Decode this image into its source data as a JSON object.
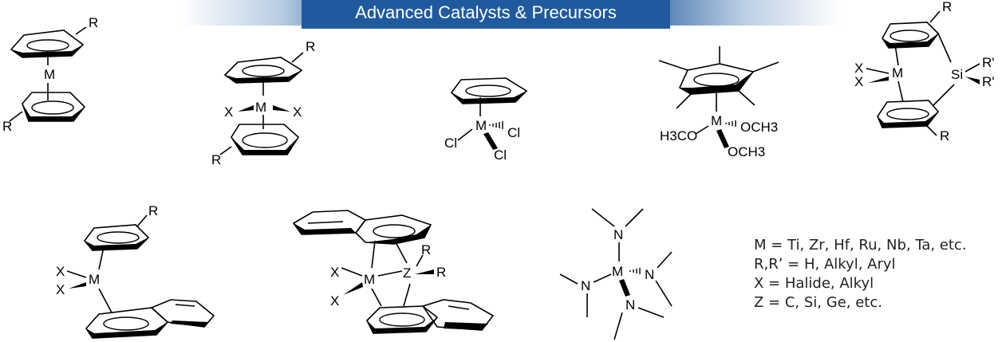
{
  "banner": {
    "title": "Advanced Catalysts & Precursors"
  },
  "legend": {
    "lines": [
      "M = Ti, Zr, Hf, Ru, Nb, Ta, etc.",
      "R,R’ = H, Alkyl, Aryl",
      "X = Halide, Alkyl",
      "Z = C, Si, Ge, etc."
    ]
  },
  "atoms": {
    "metal": "M",
    "r": "R",
    "r_prime": "R'",
    "x": "X",
    "cl": "Cl",
    "si": "Si",
    "z": "Z",
    "n": "N",
    "h3co": "H3CO",
    "och3": "OCH3"
  }
}
